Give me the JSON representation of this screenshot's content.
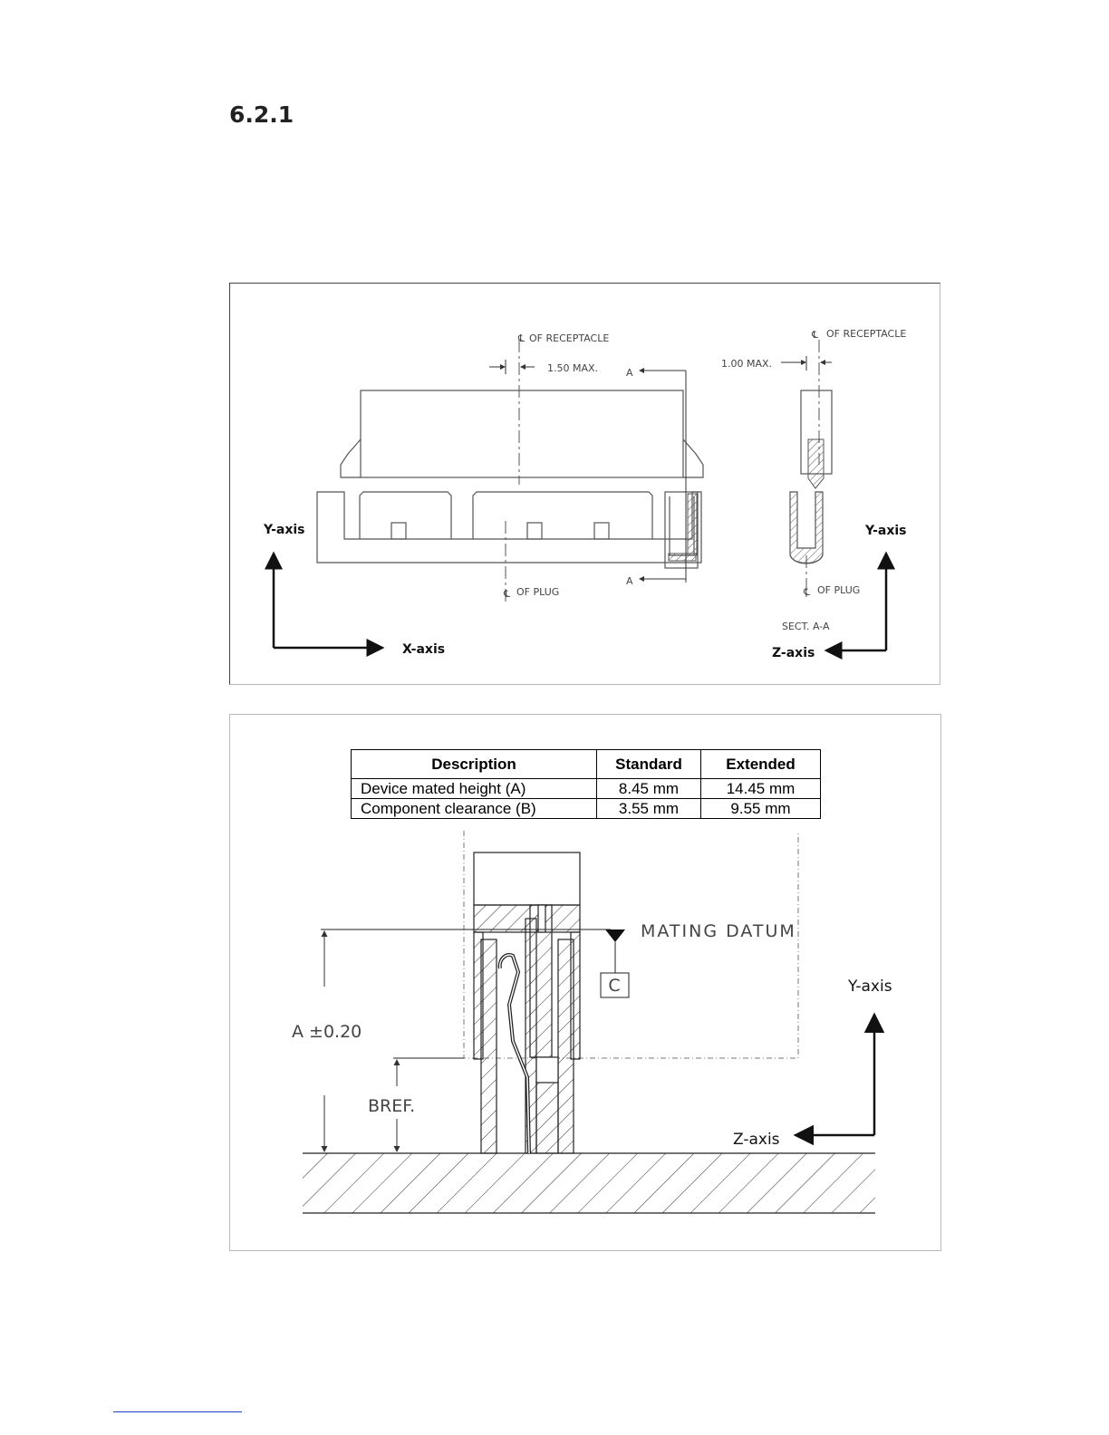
{
  "heading": "6.2.1",
  "figure1": {
    "cl_receptacle": "OF RECEPTACLE",
    "cl_plug": "OF PLUG",
    "dim_x": "1.50 MAX.",
    "dim_z": "1.00 MAX.",
    "section_a": "A",
    "section_title": "SECT. A-A",
    "y_axis_left": "Y-axis",
    "x_axis": "X-axis",
    "y_axis_right": "Y-axis",
    "z_axis": "Z-axis"
  },
  "figure2": {
    "table": {
      "headers": [
        "Description",
        "Standard",
        "Extended"
      ],
      "rows": [
        [
          "Device mated height (A)",
          "8.45 mm",
          "14.45 mm"
        ],
        [
          "Component clearance (B)",
          "3.55 mm",
          "9.55 mm"
        ]
      ]
    },
    "mating_datum": "MATING DATUM",
    "datum_letter": "C",
    "dim_a": "A ±0.20",
    "dim_b": "BREF.",
    "y_axis": "Y-axis",
    "z_axis": "Z-axis"
  }
}
